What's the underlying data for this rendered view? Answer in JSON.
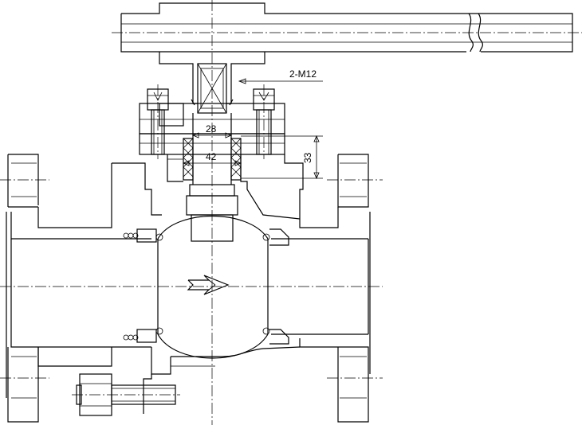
{
  "dimensions": {
    "thread": "2-M12",
    "inner_diameter": "28",
    "outer_diameter": "42",
    "packing_height": "33"
  },
  "colors": {
    "line": "#000000",
    "background": "#ffffff"
  }
}
